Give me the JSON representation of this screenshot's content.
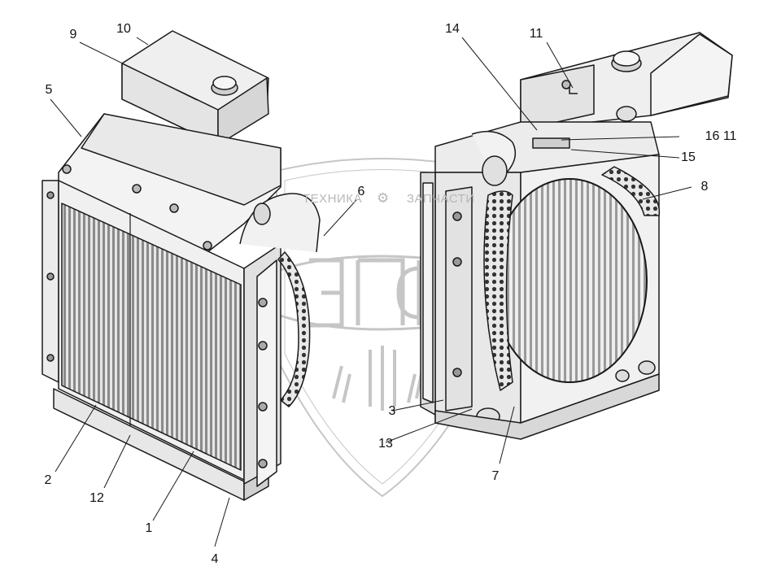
{
  "watermark": {
    "left_word": "ТЕХНИКА",
    "right_word": "ЗАПЧАСТИ",
    "gear_icon": "gear-icon",
    "logo": "ЭПФ"
  },
  "callouts": [
    {
      "id": "c9",
      "label": "9"
    },
    {
      "id": "c10",
      "label": "10"
    },
    {
      "id": "c5",
      "label": "5"
    },
    {
      "id": "c6",
      "label": "6"
    },
    {
      "id": "c14",
      "label": "14"
    },
    {
      "id": "c11a",
      "label": "11"
    },
    {
      "id": "c16-11",
      "label": "16 11"
    },
    {
      "id": "c15",
      "label": "15"
    },
    {
      "id": "c8",
      "label": "8"
    },
    {
      "id": "c3",
      "label": "3"
    },
    {
      "id": "c13",
      "label": "13"
    },
    {
      "id": "c7",
      "label": "7"
    },
    {
      "id": "c2",
      "label": "2"
    },
    {
      "id": "c12",
      "label": "12"
    },
    {
      "id": "c1",
      "label": "1"
    },
    {
      "id": "c4",
      "label": "4"
    }
  ],
  "colors": {
    "line": "#1a1a1a",
    "body": "#f2f2f2",
    "shade": "#d9d9d9",
    "core": "#8c8c8c",
    "watermark": "#c4c4c4"
  }
}
